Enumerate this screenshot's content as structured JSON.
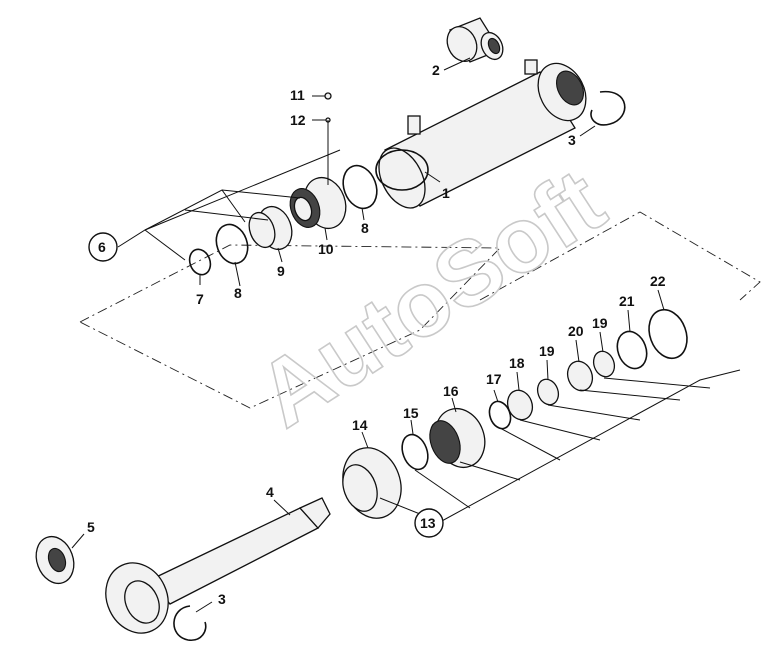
{
  "watermark": "AutoSoft",
  "callouts": {
    "c1": "1",
    "c2": "2",
    "c3a": "3",
    "c3b": "3",
    "c4": "4",
    "c5": "5",
    "c6": "6",
    "c7": "7",
    "c8a": "8",
    "c8b": "8",
    "c9": "9",
    "c10": "10",
    "c11": "11",
    "c12": "12",
    "c13": "13",
    "c14": "14",
    "c15": "15",
    "c16": "16",
    "c17": "17",
    "c18": "18",
    "c19a": "19",
    "c19b": "19",
    "c20": "20",
    "c21": "21",
    "c22": "22"
  }
}
